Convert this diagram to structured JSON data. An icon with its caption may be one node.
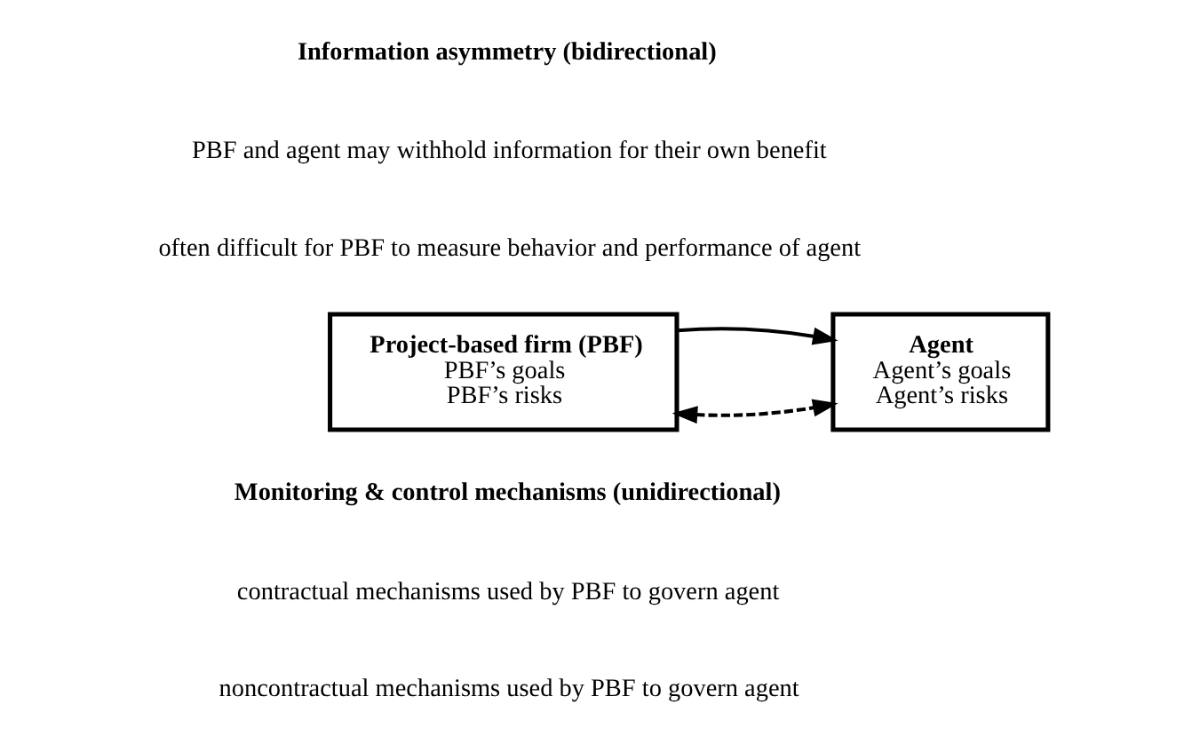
{
  "diagram": {
    "nodes": [
      {
        "text": [
          "Project-based firm (PBF)",
          "PBF’s goals",
          "PBF’s risks"
        ]
      },
      {
        "text": [
          "Agent",
          "Agent’s goals",
          "Agent’s risks"
        ]
      }
    ],
    "edges": [
      {
        "from": 0,
        "to": 1,
        "arrow": "both",
        "style": "dashed"
      },
      {
        "from": 0,
        "to": 1,
        "arrow": "to"
      }
    ],
    "labels": [
      "Information asymmetry (bidirectional)",
      "PBF and agent may withhold information for their own benefit",
      "often difficult for PBF to measure behavior and performance of agent",
      "Monitoring & control mechanisms (unidirectional)",
      "contractual mechanisms used by PBF to govern agent",
      "noncontractual mechanisms used by PBF to govern agent"
    ]
  }
}
